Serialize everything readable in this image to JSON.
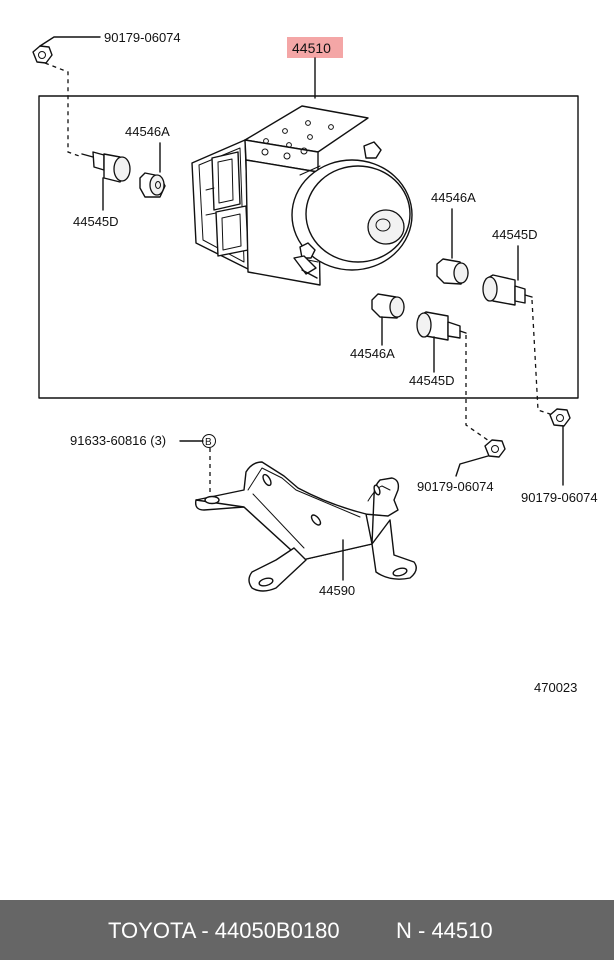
{
  "callouts": {
    "top_left_nut": "90179-06074",
    "actuator": "44510",
    "cushion_upper_left": "44546A",
    "bolt_left": "44545D",
    "cushion_right": "44546A",
    "bolt_right": "44545D",
    "cushion_lower": "44546A",
    "bolt_lower": "44545D",
    "bolt_bracket_b": "91633-60816 (3)",
    "bolt_bracket_b_marker": "B",
    "nut_center": "90179-06074",
    "nut_right": "90179-06074",
    "bracket": "44590",
    "illustration_code": "470023"
  },
  "colors": {
    "highlight": "#f4a6a6",
    "footer_bg": "#666666",
    "footer_text": "#ffffff"
  },
  "footer": {
    "part_text": "TOYOTA - 44050B0180",
    "ref_text": "N - 44510"
  }
}
